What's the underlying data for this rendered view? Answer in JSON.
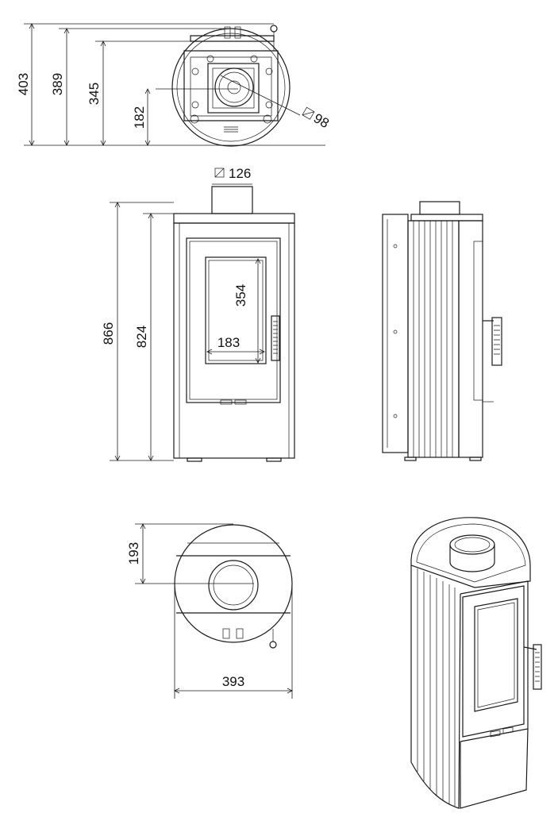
{
  "top_view": {
    "dim_total_depth": "403",
    "dim_depth_2": "389",
    "dim_depth_3": "345",
    "dim_flue_center": "182",
    "dim_flue_square": "98"
  },
  "front_view": {
    "dim_flue_square": "126",
    "dim_total_height": "866",
    "dim_body_height": "824",
    "dim_glass_height": "354",
    "dim_glass_width": "183"
  },
  "plan_view": {
    "dim_flue_offset": "193",
    "dim_width": "393"
  },
  "icons": {
    "square_symbol": "diameter-square-icon"
  }
}
